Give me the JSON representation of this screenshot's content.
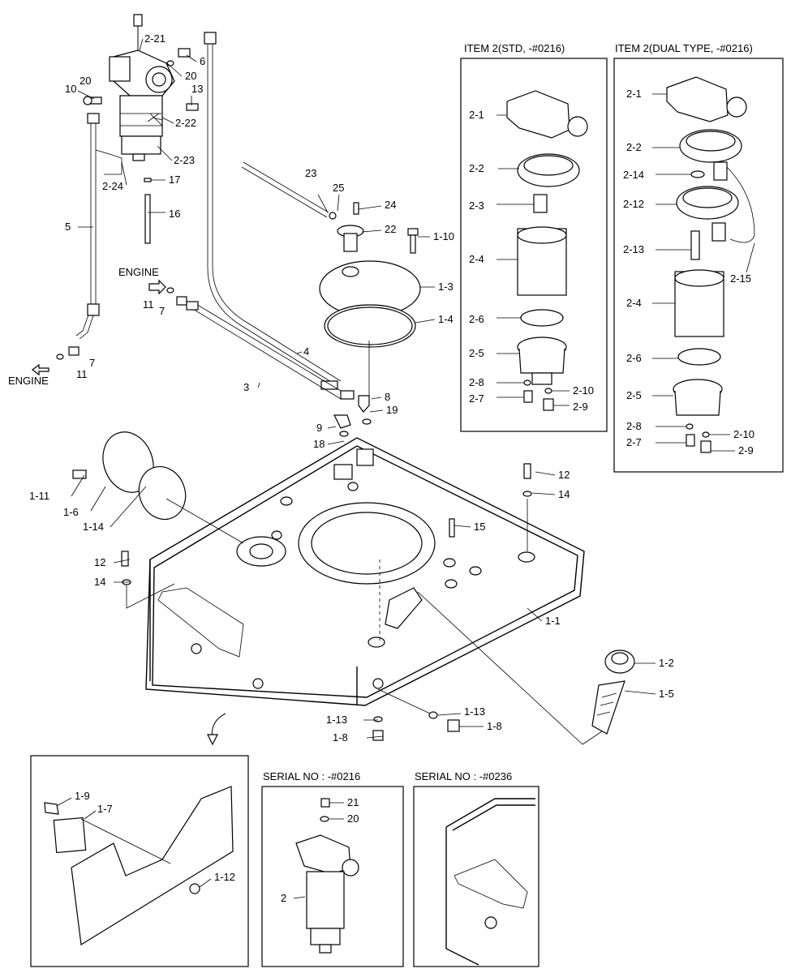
{
  "labels": {
    "l_2_21": "2-21",
    "l_20a": "20",
    "l_6": "6",
    "l_10": "10",
    "l_20b": "20",
    "l_13": "13",
    "l_2_22": "2-22",
    "l_2_23": "2-23",
    "l_2_24": "2-24",
    "l_17": "17",
    "l_16": "16",
    "l_5": "5",
    "l_engine_1": "ENGINE",
    "l_11a": "11",
    "l_7a": "7",
    "l_7b": "7",
    "l_11b": "11",
    "l_engine_2": "ENGINE",
    "l_23": "23",
    "l_25": "25",
    "l_24": "24",
    "l_22": "22",
    "l_1_10": "1-10",
    "l_1_3": "1-3",
    "l_1_4": "1-4",
    "l_4": "4",
    "l_3": "3",
    "l_8": "8",
    "l_19": "19",
    "l_9": "9",
    "l_18": "18",
    "l_1_11": "1-11",
    "l_1_6": "1-6",
    "l_1_14": "1-14",
    "l_12a": "12",
    "l_14a": "14",
    "l_15": "15",
    "l_12b": "12",
    "l_14b": "14",
    "l_1_1": "1-1",
    "l_1_2": "1-2",
    "l_1_5": "1-5",
    "l_1_13a": "1-13",
    "l_1_13b": "1-13",
    "l_1_8a": "1-8",
    "l_1_8b": "1-8",
    "l_1_9": "1-9",
    "l_1_7": "1-7",
    "l_1_12": "1-12",
    "l_21": "21",
    "l_20c": "20",
    "l_2": "2"
  },
  "std": {
    "title": "ITEM 2(STD, -#0216)",
    "labels": {
      "p2_1": "2-1",
      "p2_2": "2-2",
      "p2_3": "2-3",
      "p2_4": "2-4",
      "p2_6": "2-6",
      "p2_5": "2-5",
      "p2_8": "2-8",
      "p2_10": "2-10",
      "p2_7": "2-7",
      "p2_9": "2-9"
    }
  },
  "dual": {
    "title": "ITEM 2(DUAL TYPE, -#0216)",
    "labels": {
      "p2_1": "2-1",
      "p2_2": "2-2",
      "p2_14": "2-14",
      "p2_12": "2-12",
      "p2_13": "2-13",
      "p2_15": "2-15",
      "p2_4": "2-4",
      "p2_6": "2-6",
      "p2_5": "2-5",
      "p2_8": "2-8",
      "p2_10": "2-10",
      "p2_7": "2-7",
      "p2_9": "2-9"
    }
  },
  "serial_a": {
    "title": "SERIAL NO : -#0216"
  },
  "serial_b": {
    "title": "SERIAL NO : -#0236"
  }
}
